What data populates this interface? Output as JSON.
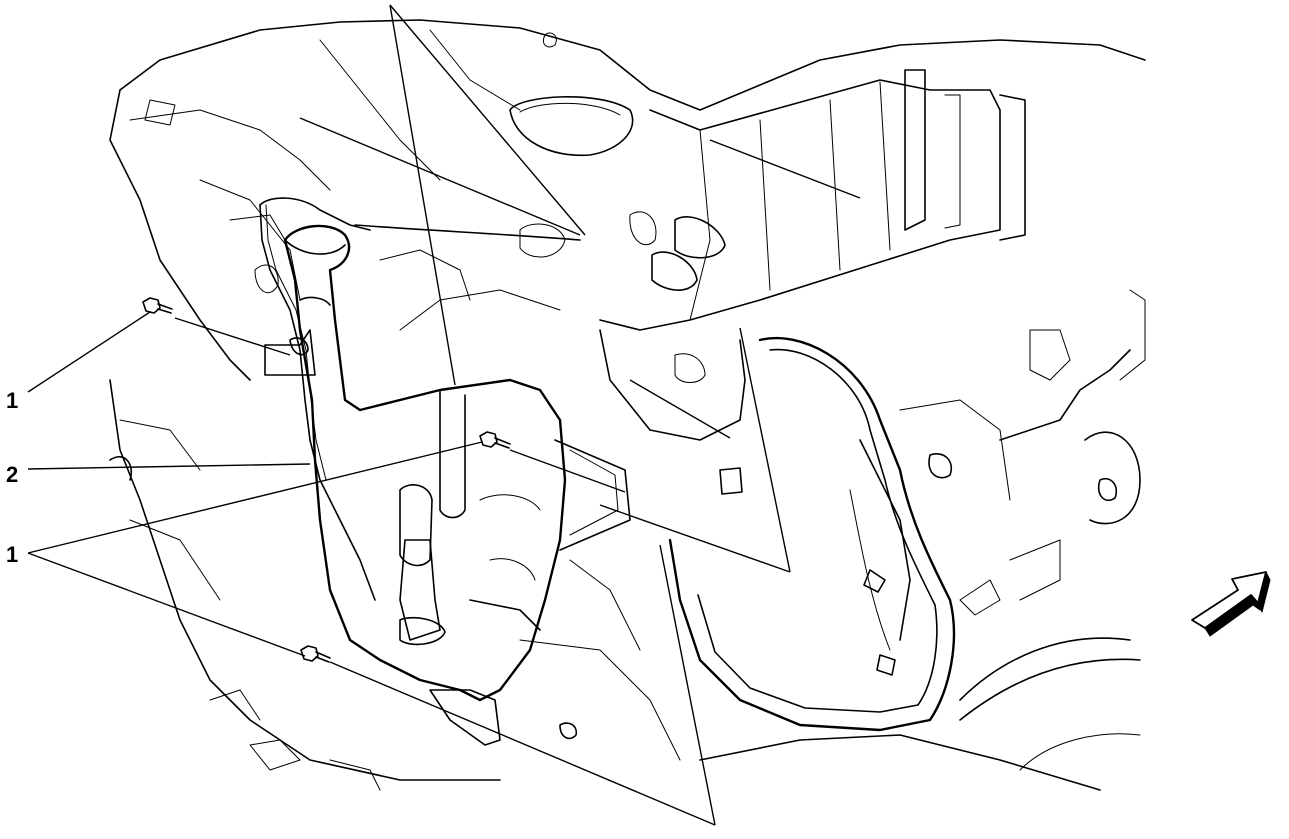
{
  "callouts": [
    {
      "id": "c1a",
      "label": "1"
    },
    {
      "id": "c2",
      "label": "2"
    },
    {
      "id": "c1b",
      "label": "1"
    }
  ],
  "icons": {
    "direction_arrow": "forward-direction-arrow-icon"
  }
}
